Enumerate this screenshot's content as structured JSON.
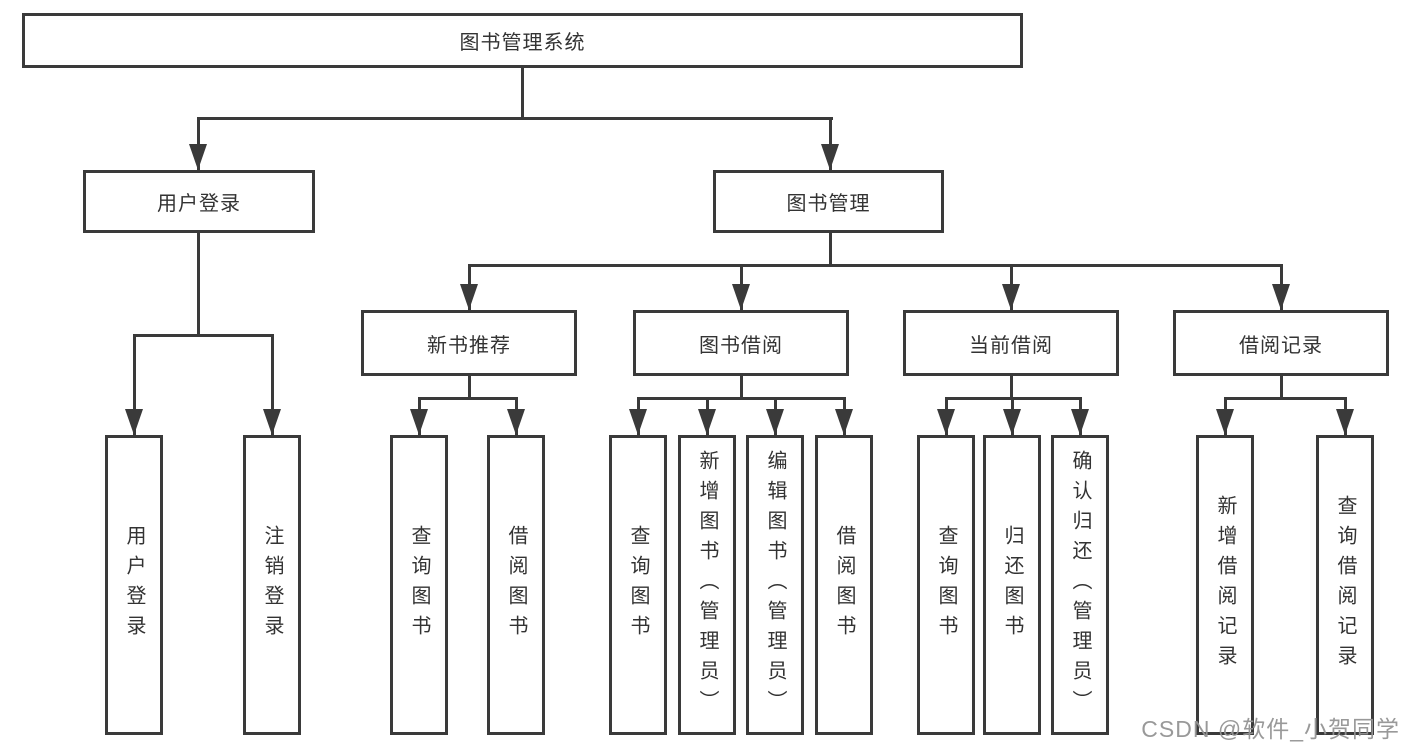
{
  "diagram": {
    "nodes": {
      "root": "图书管理系统",
      "user_login": "用户登录",
      "book_mgmt": "图书管理",
      "new_books": "新书推荐",
      "book_borrow": "图书借阅",
      "current_borrow": "当前借阅",
      "borrow_records": "借阅记录"
    },
    "leaves": {
      "login": "用户登录",
      "logout": "注销登录",
      "nb_query": "查询图书",
      "nb_borrow": "借阅图书",
      "bb_query": "查询图书",
      "bb_add": "新增图书（管理员）",
      "bb_edit": "编辑图书（管理员）",
      "bb_borrow": "借阅图书",
      "cb_query": "查询图书",
      "cb_return": "归还图书",
      "cb_confirm": "确认归还（管理员）",
      "br_add": "新增借阅记录",
      "br_query": "查询借阅记录"
    },
    "watermark": "CSDN @软件_小贺同学",
    "colors": {
      "line": "#3a3a3a",
      "text": "#333333",
      "background": "#ffffff",
      "watermark": "#949494"
    }
  }
}
